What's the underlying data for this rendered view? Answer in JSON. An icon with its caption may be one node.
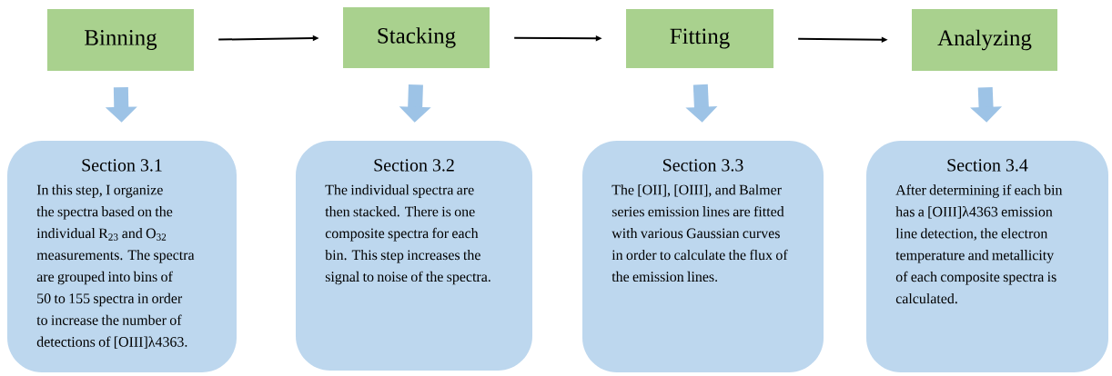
{
  "diagram": {
    "nodes": [
      {
        "text": [
          "Binning"
        ]
      },
      {
        "text": [
          "Stacking"
        ]
      },
      {
        "text": [
          "Fitting"
        ]
      },
      {
        "text": [
          "Analyzing"
        ]
      },
      {
        "text": [
          "Section 3.1",
          "In this step, I organize the spectra based on the individual R$_{23}$ and O$_{32}$ measurements. The spectra are grouped into bins of 50 to 155 spectra in order to increase the number of detections of [OIII]λ4363."
        ]
      },
      {
        "text": [
          "Section 3.2",
          "The individual spectra are then stacked. There is one composite spectra for each bin. This step increases the signal to noise of the spectra."
        ]
      },
      {
        "text": [
          "Section 3.3",
          "The [OII], [OIII], and Balmer series emission lines are fitted with various Gaussian curves in order to calculate the flux of the emission lines."
        ]
      },
      {
        "text": [
          "Section 3.4",
          "After determining if each bin has a [OIII]λ4363 emission line detection, the electron temperature and metallicity of each composite spectra is calculated."
        ]
      }
    ],
    "edges": [
      {
        "from": 0,
        "to": 1,
        "arrow": "to",
        "color": "#000000"
      },
      {
        "from": 1,
        "to": 2,
        "arrow": "to",
        "color": "#000000"
      },
      {
        "from": 2,
        "to": 3,
        "arrow": "to",
        "color": "#000000"
      },
      {
        "from": 0,
        "to": 4,
        "arrow": "to",
        "color": "#9dc3e6"
      },
      {
        "from": 1,
        "to": 5,
        "arrow": "to",
        "color": "#9dc3e6"
      },
      {
        "from": 2,
        "to": 6,
        "arrow": "to",
        "color": "#9dc3e6"
      },
      {
        "from": 3,
        "to": 7,
        "arrow": "to",
        "color": "#9dc3e6"
      }
    ]
  }
}
